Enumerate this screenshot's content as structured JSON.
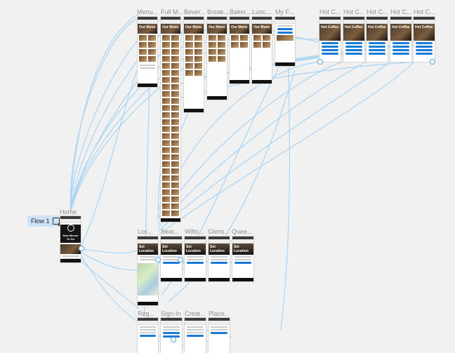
{
  "flow": {
    "label": "Flow 1",
    "icon": "flow-start-icon"
  },
  "frames": {
    "menu": "Menu...",
    "full_menu": "Full M...",
    "beverages": "Bever...",
    "breakfast": "Break...",
    "bakery": "Baker...",
    "lunch": "Lunc...",
    "my_favorites": "My F...",
    "hot_1": "Hot C...",
    "hot_2": "Hot C...",
    "hot_3": "Hot C...",
    "hot_4": "Hot C...",
    "hot_5": "Hot C...",
    "home": "Home",
    "location": "Loc...",
    "seattle": "Seat...",
    "wilton": "Wilto...",
    "glens": "Glens...",
    "queens": "Quee...",
    "register": "Reg...",
    "sign_in": "Sign-In",
    "create": "Creat...",
    "place": "Place..."
  },
  "screen_text": {
    "our_menu": "Our Menu",
    "set_location": "Set Location",
    "new_menus": "New Menus To Go",
    "hot_coffee": "Hot Coffee"
  },
  "colors": {
    "wire": "#a9d4f5",
    "accent": "#1a7bd6",
    "canvas": "#f1f1f1"
  }
}
